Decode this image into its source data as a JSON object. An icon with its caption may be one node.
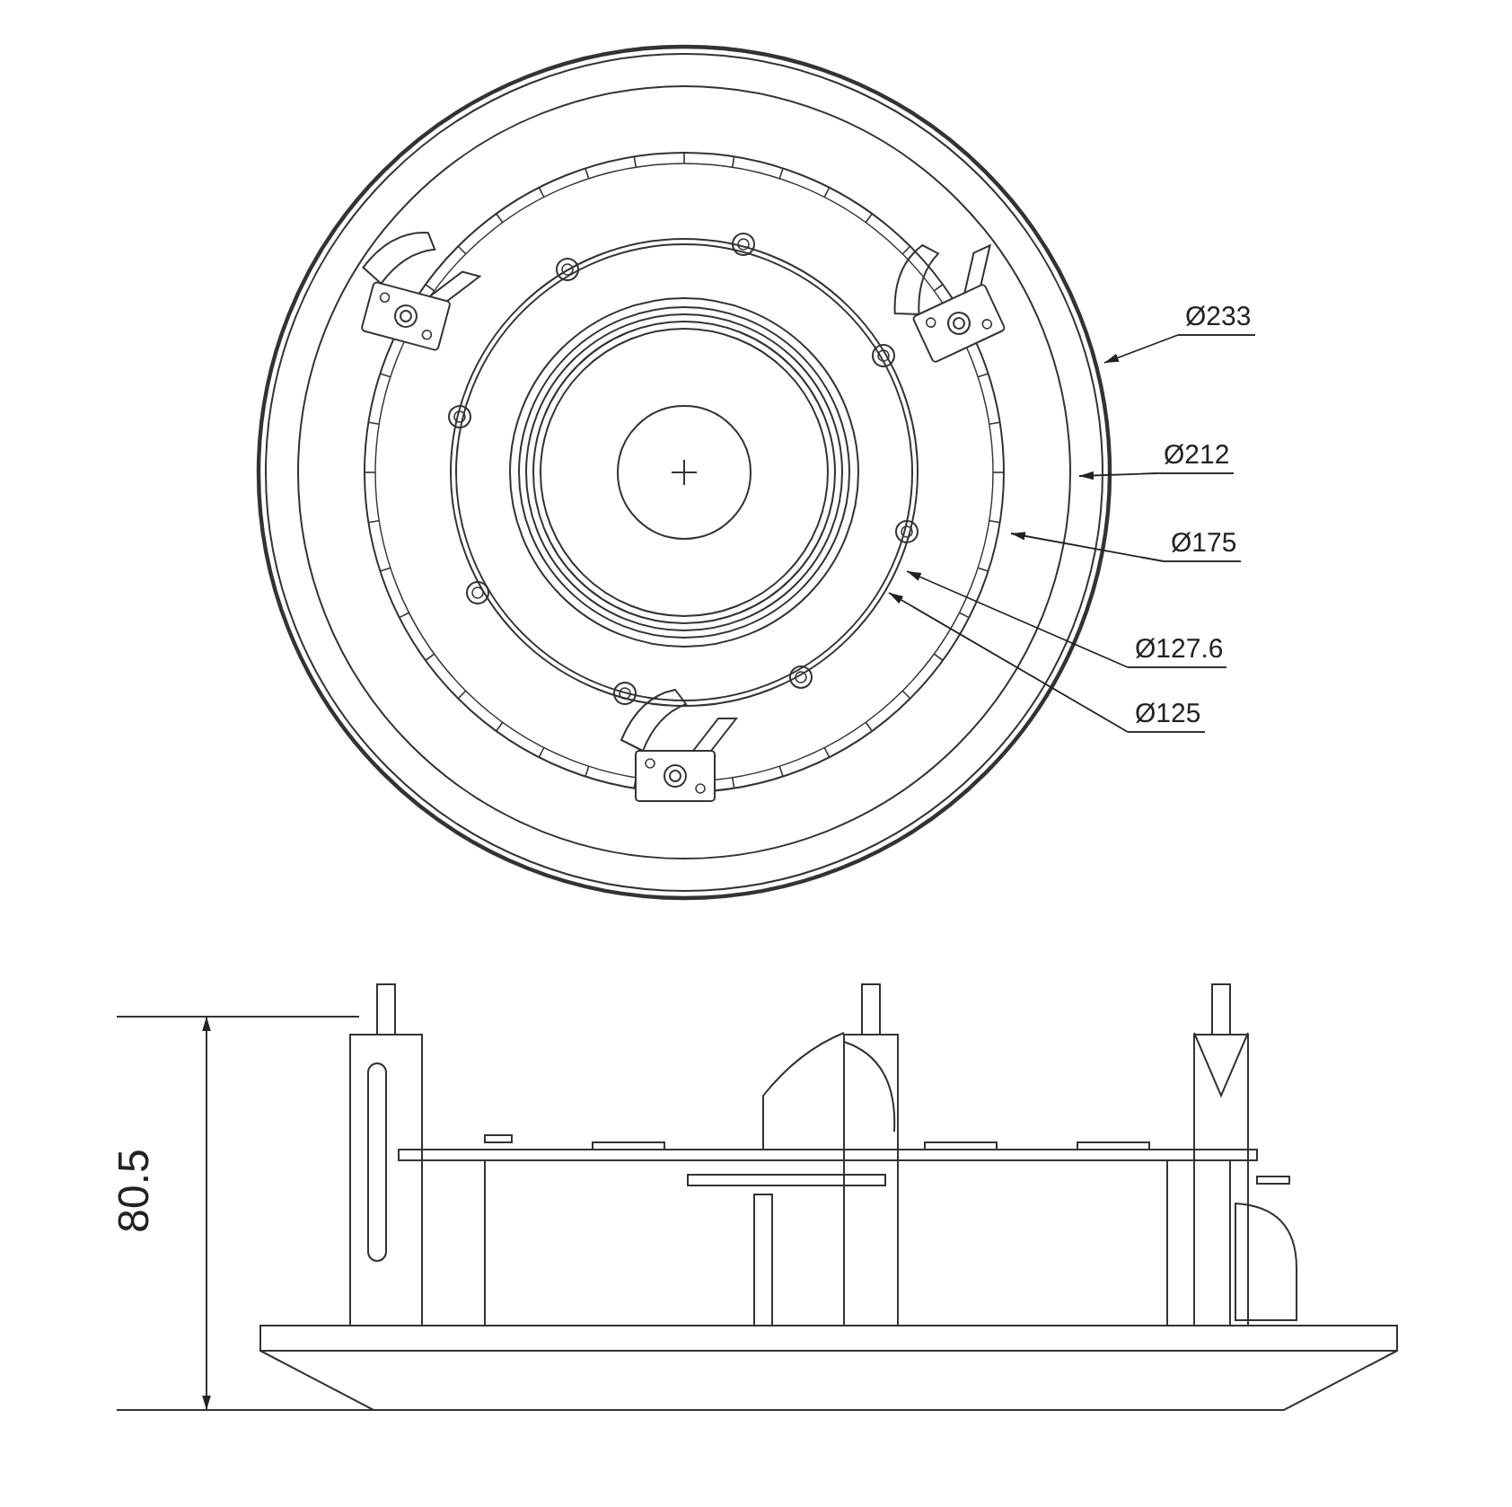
{
  "diagram": {
    "nodes": [
      {
        "text": [
          "Ø233"
        ]
      },
      {
        "text": [
          "Ø212"
        ]
      },
      {
        "text": [
          "Ø175"
        ]
      },
      {
        "text": [
          "Ø127.6"
        ]
      },
      {
        "text": [
          "Ø125"
        ]
      }
    ],
    "edges": [
      {
        "from": 0,
        "to": null,
        "arrow": "to"
      },
      {
        "from": 1,
        "to": null,
        "arrow": "to"
      },
      {
        "from": 2,
        "to": null,
        "arrow": "to"
      },
      {
        "from": 3,
        "to": null,
        "arrow": "to"
      },
      {
        "from": 4,
        "to": null,
        "arrow": "to"
      }
    ],
    "labels": [
      "80.5"
    ]
  }
}
